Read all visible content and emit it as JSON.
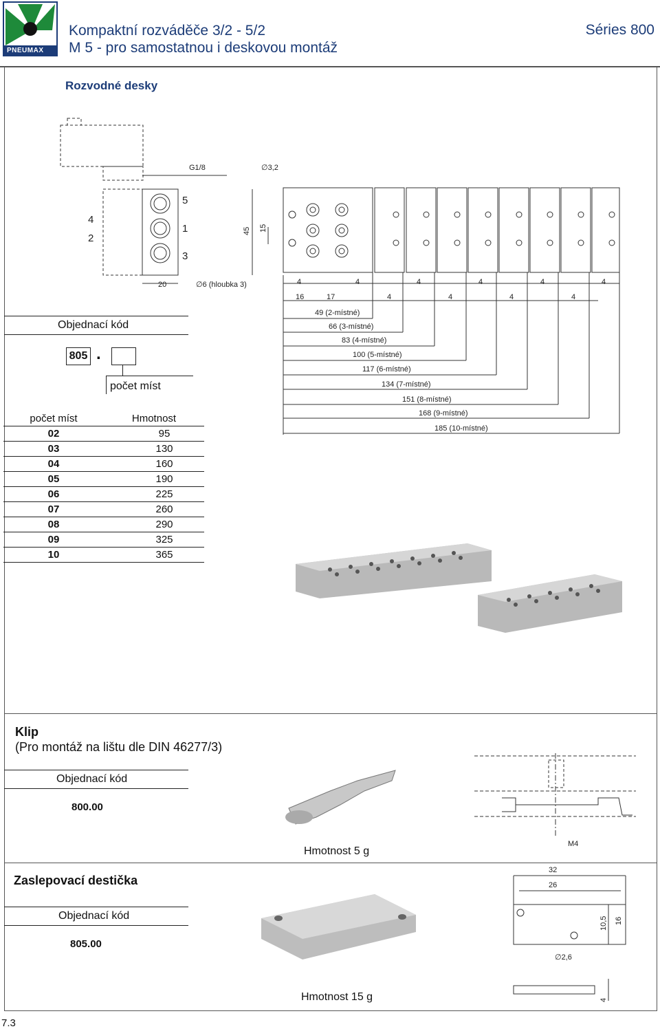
{
  "header": {
    "logo_text": "PNEUMAX",
    "title_line1": "Kompaktní rozváděče 3/2 - 5/2",
    "title_line2": "M 5 - pro samostatnou i deskovou montáž",
    "series": "Séries 800"
  },
  "manifold": {
    "section_title": "Rozvodné desky",
    "order_label": "Objednací kód",
    "code_prefix": "805",
    "code_dot": ".",
    "code_slot_label": "počet míst",
    "table_headers": [
      "počet míst",
      "Hmotnost"
    ],
    "table_rows": [
      {
        "count": "02",
        "weight": "95"
      },
      {
        "count": "03",
        "weight": "130"
      },
      {
        "count": "04",
        "weight": "160"
      },
      {
        "count": "05",
        "weight": "190"
      },
      {
        "count": "06",
        "weight": "225"
      },
      {
        "count": "07",
        "weight": "260"
      },
      {
        "count": "08",
        "weight": "290"
      },
      {
        "count": "09",
        "weight": "325"
      },
      {
        "count": "10",
        "weight": "365"
      }
    ],
    "drawing": {
      "thread": "G1/8",
      "hole": "∅3,2",
      "port_5": "5",
      "port_1": "1",
      "port_3": "3",
      "port_4": "4",
      "port_2": "2",
      "dim_45": "45",
      "dim_15": "15",
      "dim_20": "20",
      "depth_note": "∅6 (hloubka 3)",
      "dim_16": "16",
      "dim_17": "17",
      "dim_4": "4",
      "lengths": [
        "49 (2-místné)",
        "66 (3-místné)",
        "83 (4-místné)",
        "100 (5-místné)",
        "117 (6-místné)",
        "134 (7-místné)",
        "151 (8-místné)",
        "168 (9-místné)",
        "185 (10-místné)"
      ]
    }
  },
  "clip": {
    "title": "Klip",
    "subtitle": "(Pro montáž na lištu dle DIN 46277/3)",
    "order_label": "Objednací kód",
    "code": "800.00",
    "weight": "Hmotnost 5 g",
    "thread": "M4"
  },
  "blank_plate": {
    "title": "Zaslepovací destička",
    "order_label": "Objednací kód",
    "code": "805.00",
    "weight": "Hmotnost 15 g",
    "dim_32": "32",
    "dim_26": "26",
    "dim_10_5": "10,5",
    "dim_16": "16",
    "hole": "∅2,6",
    "dim_4": "4"
  },
  "page_number": "7.3"
}
